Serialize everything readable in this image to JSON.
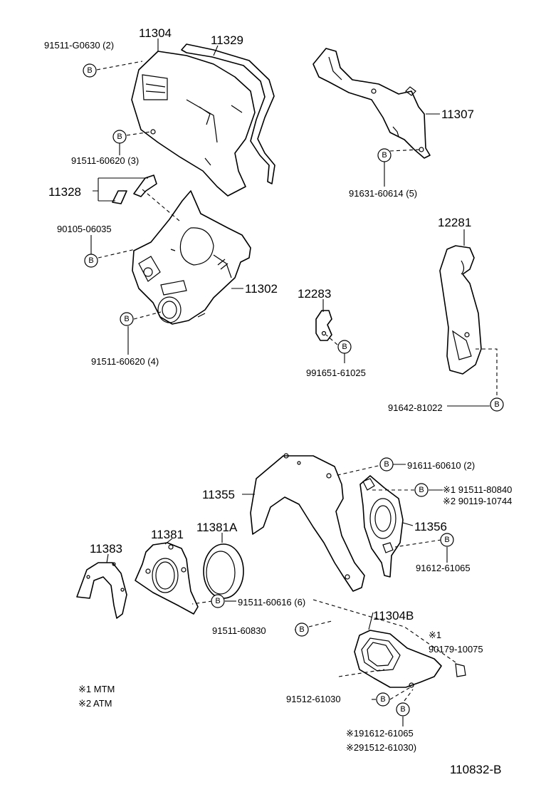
{
  "bolt_marker": "B",
  "labels": {
    "p11304": "11304",
    "p11329": "11329",
    "p11307": "11307",
    "p11328": "11328",
    "p11302": "11302",
    "p12281": "12281",
    "p12283": "12283",
    "p11355": "11355",
    "p11356": "11356",
    "p11381": "11381",
    "p11381A": "11381A",
    "p11383": "11383",
    "p11304B": "11304B",
    "b1": "91511-G0630 (2)",
    "b2": "91511-60620 (3)",
    "b3": "91631-60614 (5)",
    "b4": "90105-06035",
    "b5": "91511-60620 (4)",
    "b6": "991651-61025",
    "b7": "91642-81022",
    "b8": "91611-60610 (2)",
    "b9a": "※1 91511-80840",
    "b9b": "※2 90119-10744",
    "b10": "91612-61065",
    "b11": "91511-60616 (6)",
    "b12": "91511-60830",
    "b13a": "※1",
    "b13b": "90179-10075",
    "b14": "91512-61030",
    "b15a": "※191612-61065",
    "b15b": "※291512-61030)",
    "legend1": "※1    MTM",
    "legend2": "※2    ATM",
    "diagram_id": "110832-B"
  }
}
